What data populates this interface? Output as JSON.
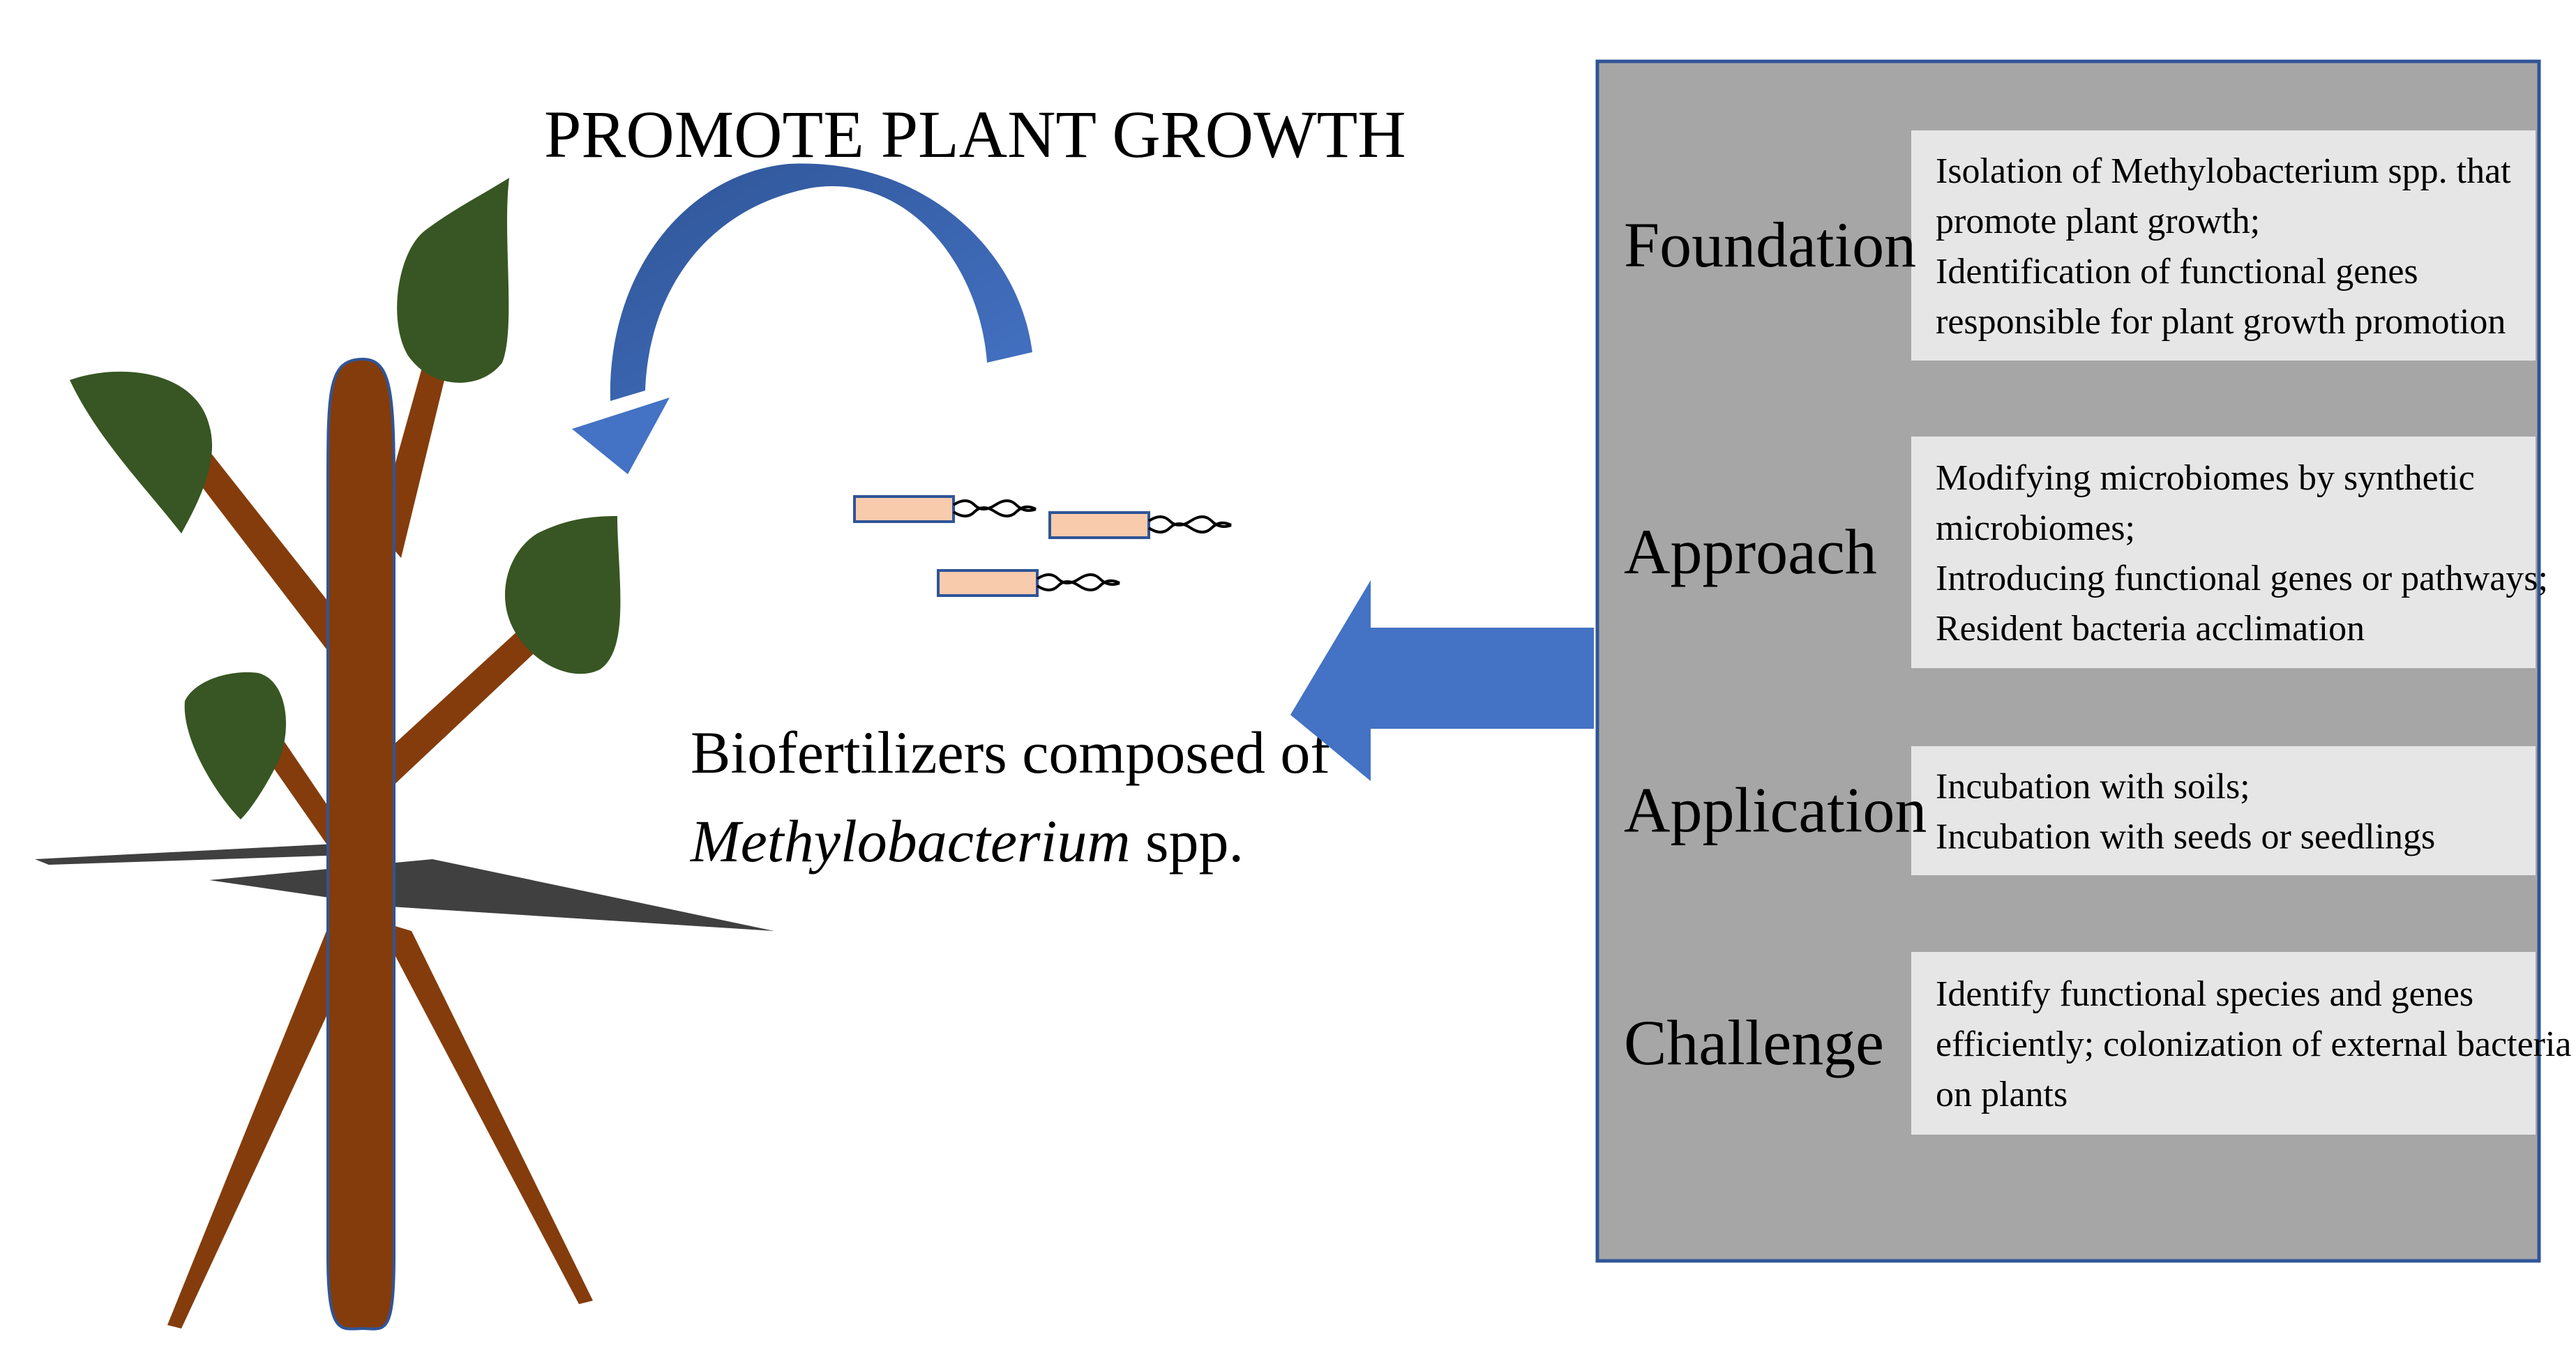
{
  "figure": {
    "top_label": "PROMOTE PLANT GROWTH",
    "biofertilizer": {
      "line1": "Biofertilizers composed of",
      "genus": "Methylobacterium",
      "suffix": " spp."
    }
  },
  "panel": {
    "rows": [
      {
        "label": "Foundation",
        "lines": [
          "Isolation of Methylobacterium spp. that",
          "promote plant growth;",
          "Identification of functional genes",
          "responsible for plant growth promotion"
        ]
      },
      {
        "label": "Approach",
        "lines": [
          "Modifying microbiomes by synthetic",
          "microbiomes;",
          "Introducing functional genes or pathways;",
          "Resident bacteria acclimation"
        ]
      },
      {
        "label": "Application",
        "lines": [
          "Incubation with soils;",
          "Incubation with seeds or seedlings"
        ]
      },
      {
        "label": "Challenge",
        "lines": [
          "Identify functional species and genes",
          "efficiently; colonization of external bacteria",
          "on plants"
        ]
      }
    ]
  },
  "colors": {
    "trunk": "#843C0C",
    "leaf": "#375623",
    "arrow": "#4472C4",
    "panel": "#A6A6A6",
    "panel_border": "#2F5597",
    "box": "#E7E6E6",
    "bacterium": "#F8CBAD",
    "ground": "#404040"
  }
}
